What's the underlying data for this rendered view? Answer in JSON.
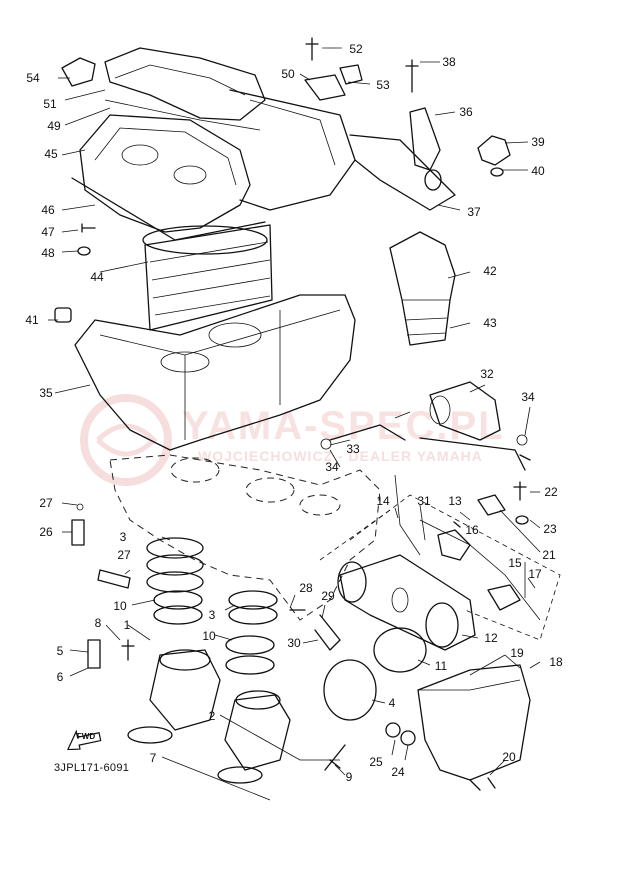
{
  "diagram": {
    "drawing_code": "3JPL171-6091",
    "fwd_label": "FWD",
    "watermark": {
      "brand": "YAMA-SPEC.PL",
      "subtext": "WOJCIECHOWICZ - DEALER YAMAHA"
    },
    "callouts": [
      {
        "id": "c1",
        "label": "1"
      },
      {
        "id": "c2",
        "label": "2"
      },
      {
        "id": "c3a",
        "label": "3"
      },
      {
        "id": "c3b",
        "label": "3"
      },
      {
        "id": "c4",
        "label": "4"
      },
      {
        "id": "c5",
        "label": "5"
      },
      {
        "id": "c6",
        "label": "6"
      },
      {
        "id": "c7",
        "label": "7"
      },
      {
        "id": "c8",
        "label": "8"
      },
      {
        "id": "c9",
        "label": "9"
      },
      {
        "id": "c10a",
        "label": "10"
      },
      {
        "id": "c10b",
        "label": "10"
      },
      {
        "id": "c11",
        "label": "11"
      },
      {
        "id": "c12",
        "label": "12"
      },
      {
        "id": "c13",
        "label": "13"
      },
      {
        "id": "c14",
        "label": "14"
      },
      {
        "id": "c15",
        "label": "15"
      },
      {
        "id": "c16",
        "label": "16"
      },
      {
        "id": "c17",
        "label": "17"
      },
      {
        "id": "c18",
        "label": "18"
      },
      {
        "id": "c19",
        "label": "19"
      },
      {
        "id": "c20",
        "label": "20"
      },
      {
        "id": "c21",
        "label": "21"
      },
      {
        "id": "c22",
        "label": "22"
      },
      {
        "id": "c23",
        "label": "23"
      },
      {
        "id": "c24",
        "label": "24"
      },
      {
        "id": "c25",
        "label": "25"
      },
      {
        "id": "c26",
        "label": "26"
      },
      {
        "id": "c27a",
        "label": "27"
      },
      {
        "id": "c27b",
        "label": "27"
      },
      {
        "id": "c28",
        "label": "28"
      },
      {
        "id": "c29",
        "label": "29"
      },
      {
        "id": "c30",
        "label": "30"
      },
      {
        "id": "c31",
        "label": "31"
      },
      {
        "id": "c32",
        "label": "32"
      },
      {
        "id": "c33",
        "label": "33"
      },
      {
        "id": "c34a",
        "label": "34"
      },
      {
        "id": "c34b",
        "label": "34"
      },
      {
        "id": "c35",
        "label": "35"
      },
      {
        "id": "c36",
        "label": "36"
      },
      {
        "id": "c37",
        "label": "37"
      },
      {
        "id": "c38",
        "label": "38"
      },
      {
        "id": "c39",
        "label": "39"
      },
      {
        "id": "c40",
        "label": "40"
      },
      {
        "id": "c41",
        "label": "41"
      },
      {
        "id": "c42",
        "label": "42"
      },
      {
        "id": "c43",
        "label": "43"
      },
      {
        "id": "c44",
        "label": "44"
      },
      {
        "id": "c45",
        "label": "45"
      },
      {
        "id": "c46",
        "label": "46"
      },
      {
        "id": "c47",
        "label": "47"
      },
      {
        "id": "c48",
        "label": "48"
      },
      {
        "id": "c49",
        "label": "49"
      },
      {
        "id": "c50",
        "label": "50"
      },
      {
        "id": "c51",
        "label": "51"
      },
      {
        "id": "c52",
        "label": "52"
      },
      {
        "id": "c53",
        "label": "53"
      },
      {
        "id": "c54",
        "label": "54"
      }
    ]
  }
}
